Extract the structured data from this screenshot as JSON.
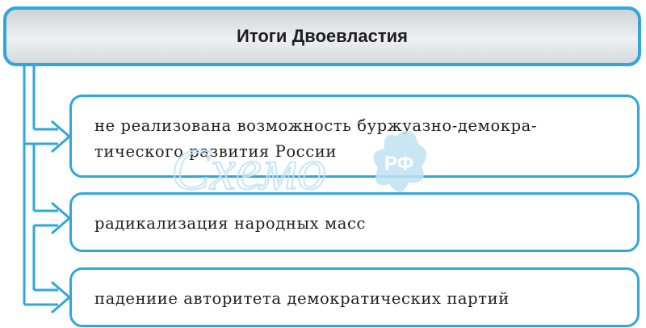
{
  "diagram": {
    "title": "Итоги Двоевластия",
    "items": [
      {
        "lines": [
          "не реализована возможность буржуазно-демокра-",
          "тического развития России"
        ]
      },
      {
        "lines": [
          "радикализация народных масс"
        ]
      },
      {
        "lines": [
          "падениие авторитета демократических партий"
        ]
      }
    ]
  },
  "watermark": {
    "logo_text": "Схемо",
    "badge_text": "РФ"
  },
  "colors": {
    "border": "#2fa7dc",
    "arrow": "#2fa7dc",
    "watermark": "#c9e7f5"
  }
}
